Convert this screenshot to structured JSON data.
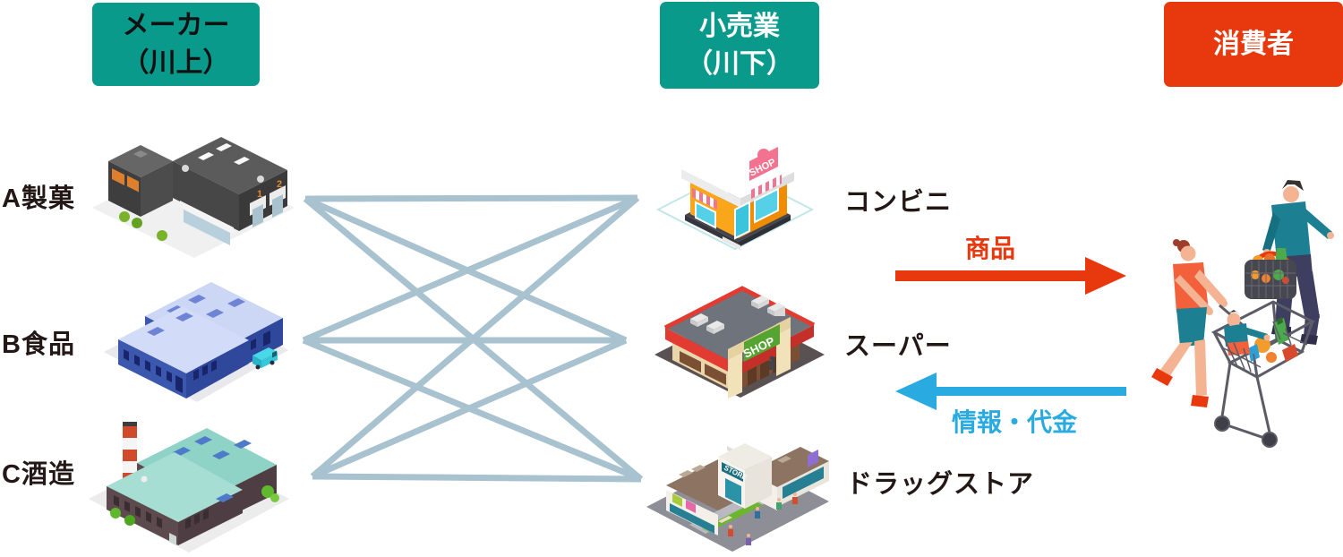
{
  "headers": {
    "maker": {
      "line1": "メーカー",
      "line2": "（川上）"
    },
    "retail": {
      "line1": "小売業",
      "line2": "（川下）"
    },
    "consumer": {
      "label": "消費者"
    }
  },
  "makers": [
    {
      "label": "A製菓",
      "icon": "dark-factory-icon"
    },
    {
      "label": "B食品",
      "icon": "blue-factory-icon"
    },
    {
      "label": "C酒造",
      "icon": "teal-factory-icon"
    }
  ],
  "retailers": [
    {
      "label": "コンビニ",
      "icon": "convenience-store-icon",
      "sign_text": "SHOP"
    },
    {
      "label": "スーパー",
      "icon": "supermarket-icon",
      "sign_text": "SHOP"
    },
    {
      "label": "ドラッグストア",
      "icon": "drugstore-icon",
      "sign_text": "STORE"
    }
  ],
  "factory_a_docks": {
    "dock1": "1",
    "dock2": "2"
  },
  "flows": {
    "goods": {
      "label": "商品",
      "direction": "right",
      "color": "#e8380d"
    },
    "info_payment": {
      "label": "情報・代金",
      "direction": "left",
      "color": "#29abe2"
    }
  },
  "network": {
    "type": "complete-bipartite",
    "left_count": 3,
    "right_count": 3,
    "line_color": "#a9c2cf"
  },
  "consumer_illustration": "family-shopping-with-cart-and-basket",
  "colors": {
    "header_teal": "#0a9a8c",
    "header_red": "#e8380d",
    "label_text": "#231815"
  }
}
